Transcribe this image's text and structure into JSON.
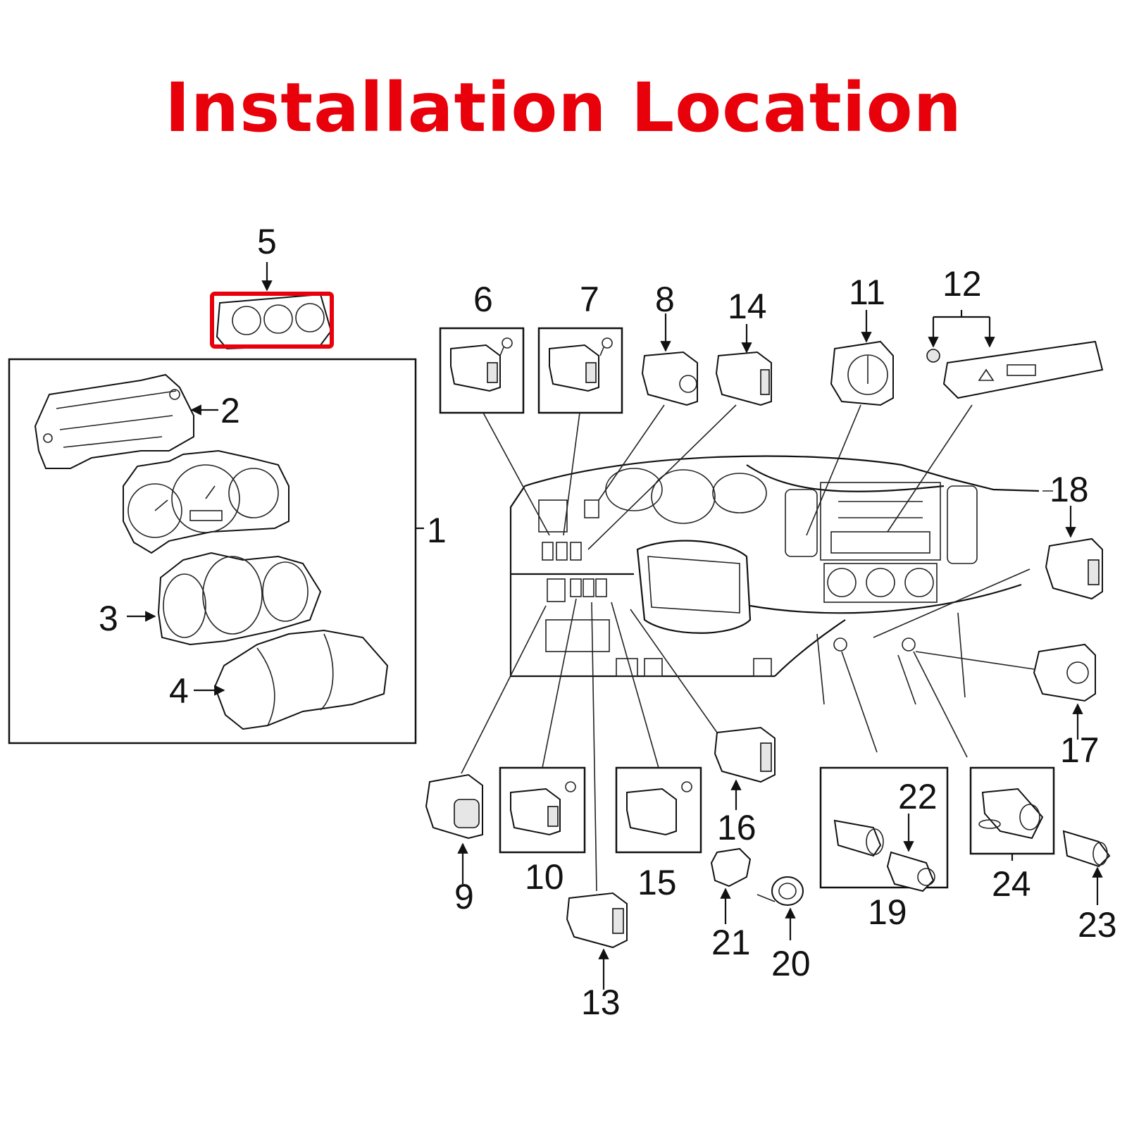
{
  "title": "Installation Location",
  "highlight_color": "#e8000b",
  "callouts": [
    {
      "id": "c1",
      "text": "1"
    },
    {
      "id": "c2",
      "text": "2"
    },
    {
      "id": "c3",
      "text": "3"
    },
    {
      "id": "c4",
      "text": "4"
    },
    {
      "id": "c5",
      "text": "5"
    },
    {
      "id": "c6",
      "text": "6"
    },
    {
      "id": "c7",
      "text": "7"
    },
    {
      "id": "c8",
      "text": "8"
    },
    {
      "id": "c9",
      "text": "9"
    },
    {
      "id": "c10",
      "text": "10"
    },
    {
      "id": "c11",
      "text": "11"
    },
    {
      "id": "c12",
      "text": "12"
    },
    {
      "id": "c13",
      "text": "13"
    },
    {
      "id": "c14",
      "text": "14"
    },
    {
      "id": "c15",
      "text": "15"
    },
    {
      "id": "c16",
      "text": "16"
    },
    {
      "id": "c17",
      "text": "17"
    },
    {
      "id": "c18",
      "text": "18"
    },
    {
      "id": "c19",
      "text": "19"
    },
    {
      "id": "c20",
      "text": "20"
    },
    {
      "id": "c21",
      "text": "21"
    },
    {
      "id": "c22",
      "text": "22"
    },
    {
      "id": "c23",
      "text": "23"
    },
    {
      "id": "c24",
      "text": "24"
    }
  ]
}
